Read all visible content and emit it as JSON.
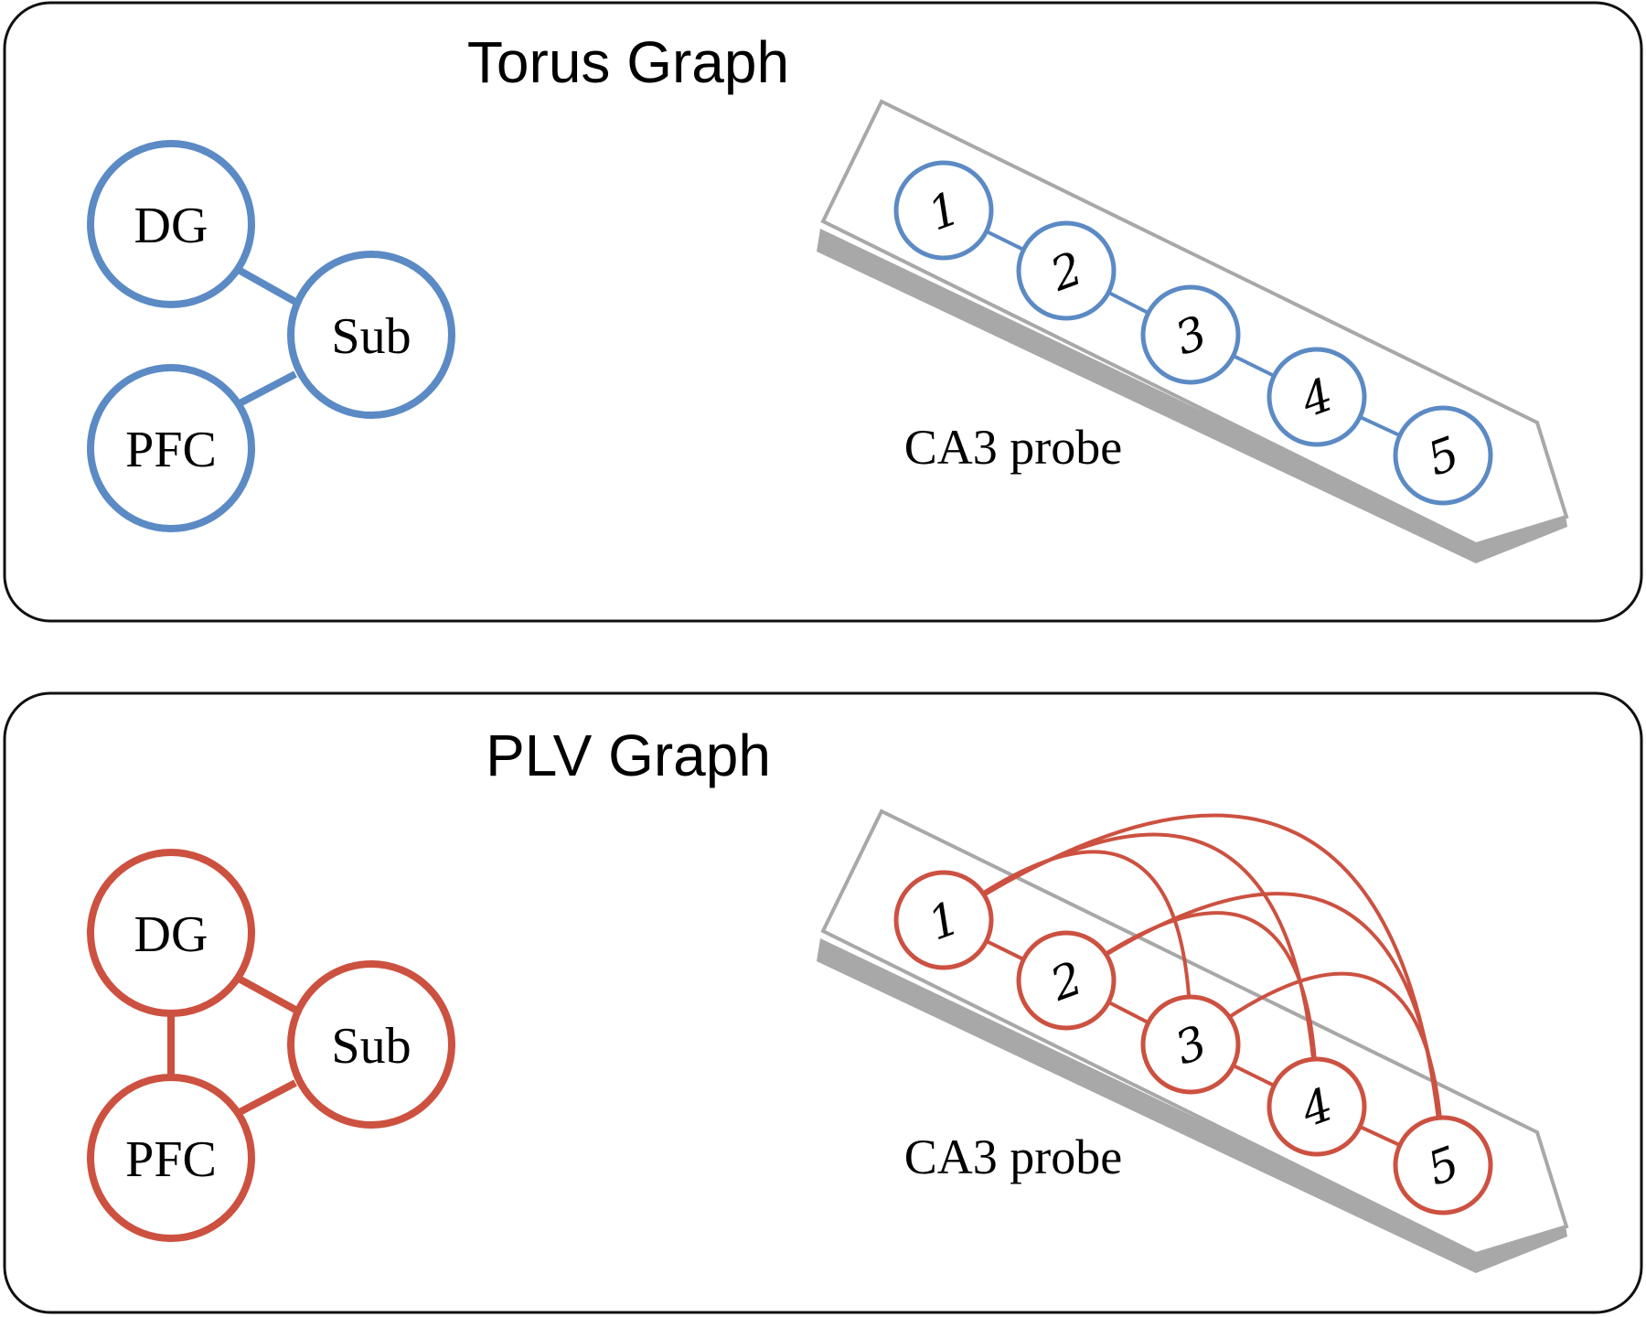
{
  "colors": {
    "torus": "#5b8ac4",
    "plv": "#cc5140",
    "probe_outline": "#a8a8a8"
  },
  "panels": [
    {
      "title": "Torus Graph",
      "regions": [
        "DG",
        "Sub",
        "PFC"
      ],
      "region_edges": [
        [
          "DG",
          "Sub"
        ],
        [
          "Sub",
          "PFC"
        ]
      ],
      "probe_label": "CA3 probe",
      "electrodes": [
        "1",
        "2",
        "3",
        "4",
        "5"
      ],
      "electrode_edges": [
        [
          1,
          2
        ],
        [
          2,
          3
        ],
        [
          3,
          4
        ],
        [
          4,
          5
        ]
      ]
    },
    {
      "title": "PLV Graph",
      "regions": [
        "DG",
        "Sub",
        "PFC"
      ],
      "region_edges": [
        [
          "DG",
          "Sub"
        ],
        [
          "Sub",
          "PFC"
        ],
        [
          "DG",
          "PFC"
        ]
      ],
      "probe_label": "CA3 probe",
      "electrodes": [
        "1",
        "2",
        "3",
        "4",
        "5"
      ],
      "electrode_edges": [
        [
          1,
          2
        ],
        [
          2,
          3
        ],
        [
          3,
          4
        ],
        [
          4,
          5
        ],
        [
          1,
          3
        ],
        [
          1,
          4
        ],
        [
          1,
          5
        ],
        [
          2,
          4
        ],
        [
          2,
          5
        ],
        [
          3,
          5
        ]
      ]
    }
  ]
}
